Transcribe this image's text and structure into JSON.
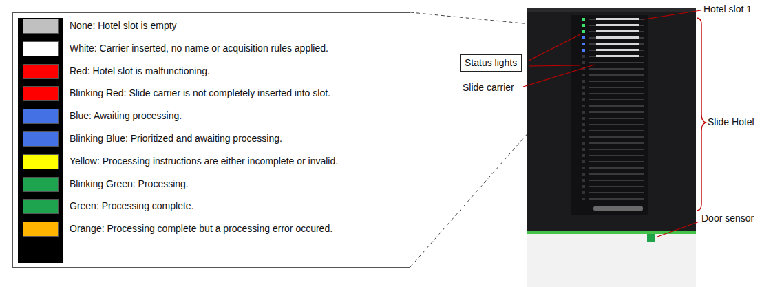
{
  "diagram": {
    "nodes": [
      {
        "text": [
          "Status lights"
        ]
      }
    ],
    "labels": [
      "Hotel slot 1",
      "Slide carrier",
      "Slide Hotel",
      "Door sensor"
    ],
    "legend": [
      {
        "text": "None: Hotel slot is empty",
        "color": "#c0c0c0"
      },
      {
        "text": "White: Carrier inserted, no name or acquisition rules applied.",
        "color": "#ffffff"
      },
      {
        "text": "Red: Hotel slot is malfunctioning.",
        "color": "#ff0000"
      },
      {
        "text": "Blinking Red: Slide carrier is not completely inserted into slot.",
        "color": "#ff0000"
      },
      {
        "text": "Blue: Awaiting processing.",
        "color": "#4472e4"
      },
      {
        "text": "Blinking Blue: Prioritized and awaiting processing.",
        "color": "#4472e4"
      },
      {
        "text": "Yellow: Processing instructions are either incomplete or invalid.",
        "color": "#ffff00"
      },
      {
        "text": "Blinking Green: Processing.",
        "color": "#1ea34f"
      },
      {
        "text": "Green: Processing complete.",
        "color": "#1ea34f"
      },
      {
        "text": "Orange: Processing complete but a processing error occured.",
        "color": "#ffb400"
      }
    ]
  }
}
